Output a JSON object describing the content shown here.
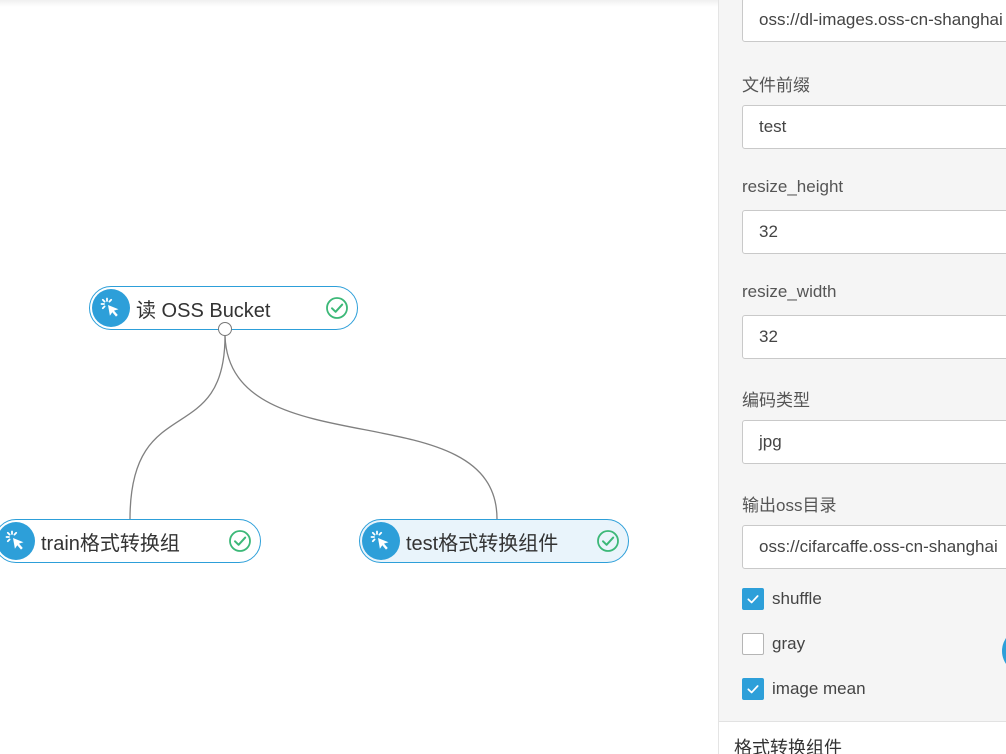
{
  "canvas": {
    "nodes": [
      {
        "id": "read-oss",
        "label": "读 OSS Bucket",
        "icon": "pointer-click-icon",
        "status": "success-check-icon",
        "selected": false
      },
      {
        "id": "train-convert",
        "label": "train格式转换组",
        "icon": "pointer-click-icon",
        "status": "success-check-icon",
        "selected": false
      },
      {
        "id": "test-convert",
        "label": "test格式转换组件",
        "icon": "pointer-click-icon",
        "status": "success-check-icon",
        "selected": true
      }
    ]
  },
  "panel": {
    "oss_path_value": "oss://dl-images.oss-cn-shanghai",
    "file_prefix_label": "文件前缀",
    "file_prefix_value": "test",
    "resize_height_label": "resize_height",
    "resize_height_value": "32",
    "resize_width_label": "resize_width",
    "resize_width_value": "32",
    "encoding_label": "编码类型",
    "encoding_value": "jpg",
    "output_dir_label": "输出oss目录",
    "output_dir_value": "oss://cifarcaffe.oss-cn-shanghai",
    "checkboxes": [
      {
        "label": "shuffle",
        "checked": true
      },
      {
        "label": "gray",
        "checked": false
      },
      {
        "label": "image mean",
        "checked": true
      }
    ],
    "footer_title": "格式转换组件"
  },
  "colors": {
    "accent": "#2d9fd9",
    "success": "#3cb878",
    "selected_bg": "#e9f4fb",
    "panel_bg": "#f5f5f5"
  }
}
